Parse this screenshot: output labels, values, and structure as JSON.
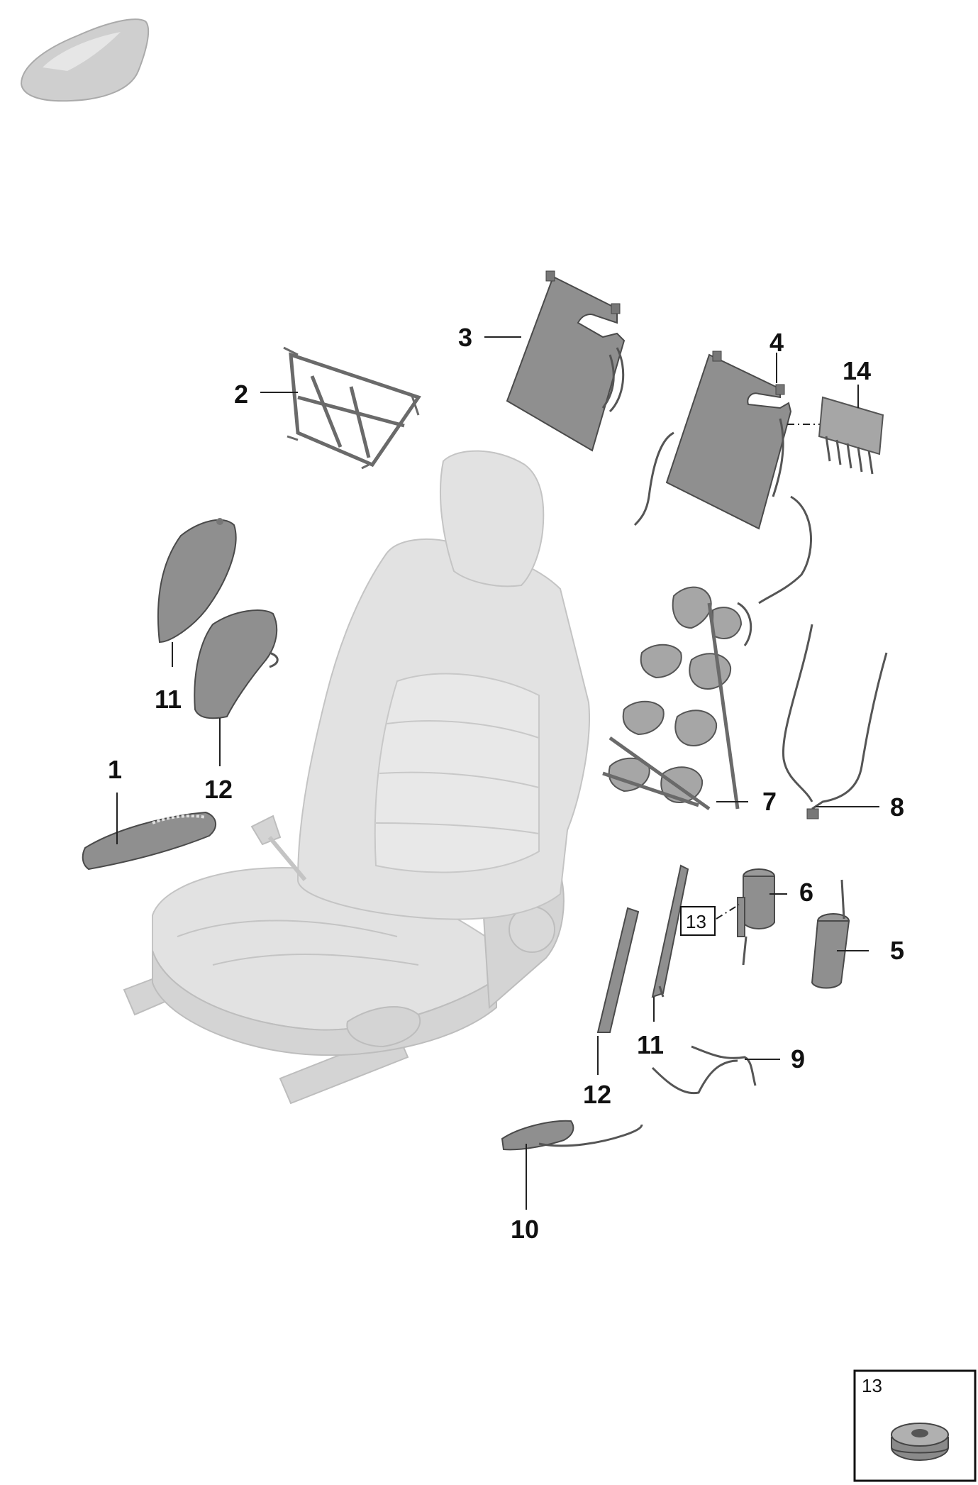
{
  "diagram": {
    "callouts": [
      {
        "id": "1",
        "text": "1"
      },
      {
        "id": "2",
        "text": "2"
      },
      {
        "id": "3",
        "text": "3"
      },
      {
        "id": "4",
        "text": "4"
      },
      {
        "id": "5",
        "text": "5"
      },
      {
        "id": "6",
        "text": "6"
      },
      {
        "id": "7",
        "text": "7"
      },
      {
        "id": "8",
        "text": "8"
      },
      {
        "id": "9",
        "text": "9"
      },
      {
        "id": "10",
        "text": "10"
      },
      {
        "id": "11a",
        "text": "11"
      },
      {
        "id": "11b",
        "text": "11"
      },
      {
        "id": "12a",
        "text": "12"
      },
      {
        "id": "12b",
        "text": "12"
      },
      {
        "id": "14",
        "text": "14"
      }
    ],
    "reference_tag": "13",
    "inset_tag": "13"
  }
}
